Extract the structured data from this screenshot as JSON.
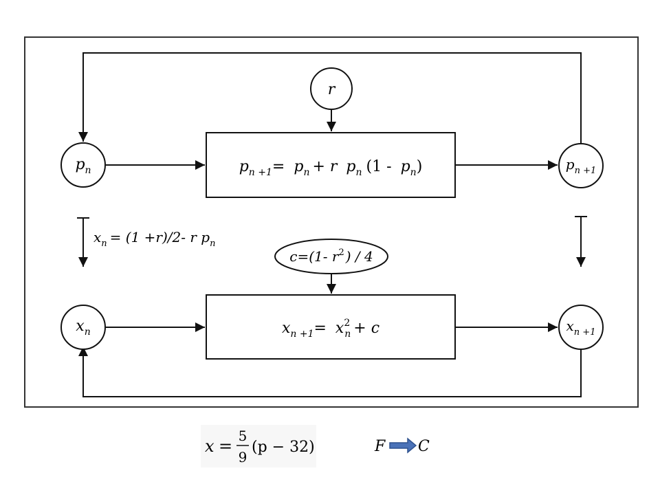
{
  "diagram": {
    "nodes": {
      "r": {
        "label": "r"
      },
      "p_n": {
        "base": "p",
        "sub": "n"
      },
      "p_next": {
        "base": "p",
        "sub": "n +1"
      },
      "x_n": {
        "base": "x",
        "sub": "n"
      },
      "x_next": {
        "base": "x",
        "sub": "n +1"
      },
      "c_def": {
        "text": "c=(1- r",
        "sup": "2",
        "tail": ") / 4"
      }
    },
    "logistic_box": {
      "lhs_base": "p",
      "lhs_sub": "n +1",
      "eq": "=",
      "t1_base": "p",
      "t1_sub": "n",
      "plus": "+ r",
      "t2_base": "p",
      "t2_sub": "n",
      "paren_open": "(1 -",
      "t3_base": "p",
      "t3_sub": "n",
      "paren_close": ")"
    },
    "quadratic_box": {
      "lhs_base": "x",
      "lhs_sub": "n +1",
      "eq": "=",
      "t_base": "x",
      "t_sub": "n",
      "t_sup": "2",
      "plus_c": "+ c"
    },
    "transform_label": {
      "base": "x",
      "sub": "n",
      "rest": "= (1 +r)/2- r  p",
      "tail_sub": "n"
    }
  },
  "footer": {
    "formula": {
      "lhs": "x",
      "eq": "=",
      "num": "5",
      "den": "9",
      "rest": "(p − 32)"
    },
    "conversion": {
      "from": "F",
      "to": "C"
    }
  },
  "colors": {
    "arrow_fill": "#4a72b8",
    "arrow_stroke": "#2f528f",
    "line": "#111111",
    "frame": "#333333"
  }
}
